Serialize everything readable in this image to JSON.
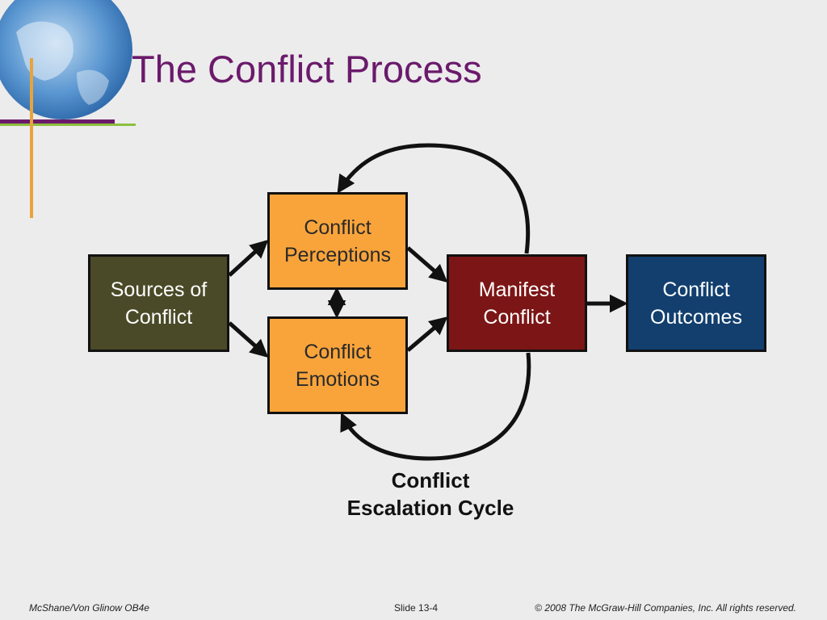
{
  "slide": {
    "title": "The Conflict Process",
    "footer_left": "McShane/Von Glinow  OB4e",
    "footer_center": "Slide 13-4",
    "footer_right": "© 2008 The McGraw-Hill Companies, Inc. All rights reserved."
  },
  "colors": {
    "title": "#6b1a6b",
    "sources_fill": "#4b4a28",
    "perceptions_fill": "#f9a43b",
    "emotions_fill": "#f9a43b",
    "manifest_fill": "#7c1616",
    "outcomes_fill": "#123f6e",
    "arrow": "#111111",
    "line_purple": "#6b1a6b",
    "line_green": "#8cbf3f",
    "line_orange": "#e8a33a",
    "globe": "#3d7fc4"
  },
  "diagram": {
    "sources": {
      "line1": "Sources of",
      "line2": "Conflict"
    },
    "perceptions": {
      "line1": "Conflict",
      "line2": "Perceptions"
    },
    "emotions": {
      "line1": "Conflict",
      "line2": "Emotions"
    },
    "manifest": {
      "line1": "Manifest",
      "line2": "Conflict"
    },
    "outcomes": {
      "line1": "Conflict",
      "line2": "Outcomes"
    },
    "cycle_label": {
      "line1": "Conflict",
      "line2": "Escalation Cycle"
    }
  },
  "icons": {
    "globe": "globe-icon"
  }
}
